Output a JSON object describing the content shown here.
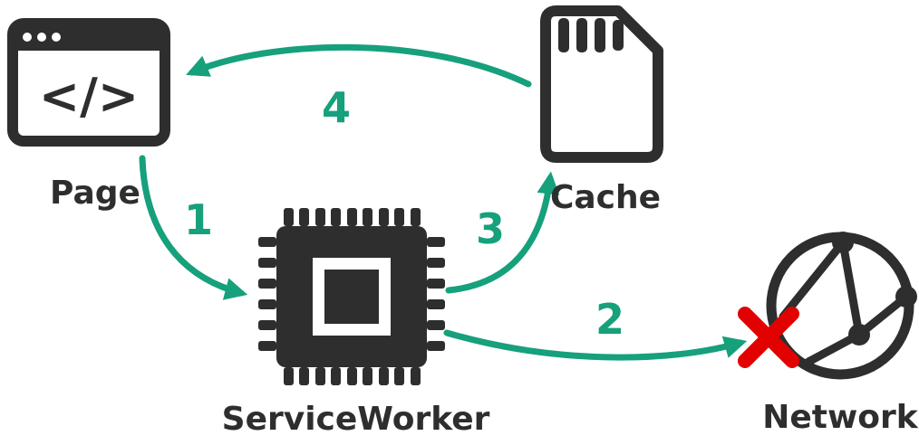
{
  "diagram": {
    "nodes": [
      {
        "id": "page",
        "label": "Page",
        "icon": "browser-window-code-icon"
      },
      {
        "id": "serviceworker",
        "label": "ServiceWorker",
        "icon": "cpu-chip-icon"
      },
      {
        "id": "cache",
        "label": "Cache",
        "icon": "sd-card-icon"
      },
      {
        "id": "network",
        "label": "Network",
        "icon": "globe-network-icon",
        "status": "failed"
      }
    ],
    "edges": [
      {
        "step": "1",
        "from": "page",
        "to": "serviceworker"
      },
      {
        "step": "2",
        "from": "serviceworker",
        "to": "network",
        "result": "failed"
      },
      {
        "step": "3",
        "from": "serviceworker",
        "to": "cache"
      },
      {
        "step": "4",
        "from": "cache",
        "to": "page"
      }
    ]
  },
  "icons": {
    "page_code_text": "</>"
  },
  "colors": {
    "ink": "#2e2e2e",
    "arrow": "#16a07c",
    "error": "#e30000",
    "bg": "#ffffff"
  }
}
